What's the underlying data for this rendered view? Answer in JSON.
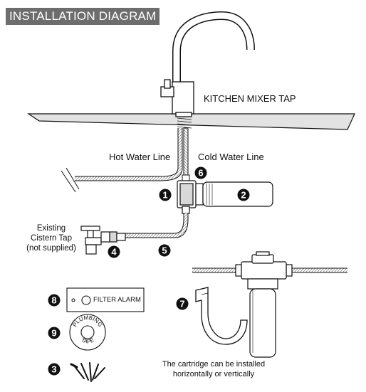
{
  "title": "INSTALLATION DIAGRAM",
  "labels": {
    "kitchen_mixer_tap": "KITCHEN MIXER TAP",
    "hot_water_line": "Hot Water Line",
    "cold_water_line": "Cold Water Line",
    "existing_cistern_tap": [
      "Existing",
      "Cistern Tap",
      "(not supplied)"
    ],
    "filter_alarm": "FILTER ALARM",
    "plumbing_tape": "PLUMBING TAPE",
    "cartridge_note": [
      "The cartridge can be installed",
      "horizontally or vertically"
    ]
  },
  "callouts": [
    "1",
    "2",
    "3",
    "4",
    "5",
    "6",
    "7",
    "8",
    "9"
  ]
}
